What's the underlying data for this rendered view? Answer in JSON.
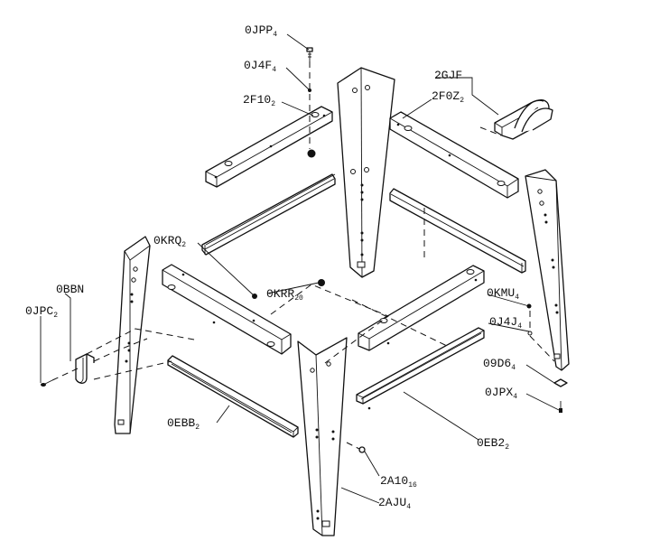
{
  "callouts": [
    {
      "id": "0jpp",
      "base": "0JPP",
      "sub": "4"
    },
    {
      "id": "0j4f",
      "base": "0J4F",
      "sub": "4"
    },
    {
      "id": "2f10",
      "base": "2F10",
      "sub": "2"
    },
    {
      "id": "2gjf",
      "base": "2GJF",
      "sub": ""
    },
    {
      "id": "2f0z",
      "base": "2F0Z",
      "sub": "2"
    },
    {
      "id": "0krq",
      "base": "0KRQ",
      "sub": "2"
    },
    {
      "id": "0kre",
      "base": "0KRR",
      "sub": "20"
    },
    {
      "id": "0bbn",
      "base": "0BBN",
      "sub": ""
    },
    {
      "id": "0jpc",
      "base": "0JPC",
      "sub": "2"
    },
    {
      "id": "0kmu",
      "base": "0KMU",
      "sub": "4"
    },
    {
      "id": "0j4j",
      "base": "0J4J",
      "sub": "4"
    },
    {
      "id": "09d6",
      "base": "09D6",
      "sub": "4"
    },
    {
      "id": "0jpx",
      "base": "0JPX",
      "sub": "4"
    },
    {
      "id": "0ebb",
      "base": "0EBB",
      "sub": "2"
    },
    {
      "id": "0eb2",
      "base": "0EB2",
      "sub": "2"
    },
    {
      "id": "2a10",
      "base": "2A10",
      "sub": "16"
    },
    {
      "id": "2aju",
      "base": "2AJU",
      "sub": "4"
    }
  ]
}
